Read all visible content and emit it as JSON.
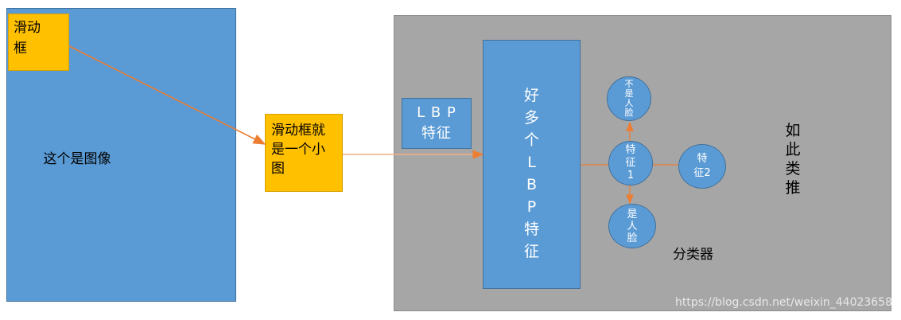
{
  "image_box": {
    "label": "这个是图像"
  },
  "sliding_window_small": {
    "line1": "滑动",
    "line2": "框"
  },
  "sliding_window_big": {
    "line1": "滑动框就",
    "line2": "是一个小",
    "line3": "图"
  },
  "lbp_box": {
    "line1": "L B P",
    "line2": "特征"
  },
  "many_lbp": {
    "chars": [
      "好",
      "多",
      "个",
      "L",
      "B",
      "P",
      "特",
      "征"
    ]
  },
  "nodes": {
    "not_face": [
      "不",
      "是",
      "人",
      "脸"
    ],
    "feature1": [
      "特",
      "征",
      "1"
    ],
    "feature2": [
      "特",
      "征2"
    ],
    "face": [
      "是",
      "人",
      "脸"
    ]
  },
  "classifier_label": "分类器",
  "so_on": [
    "如",
    "此",
    "类",
    "推"
  ],
  "watermark": "https://blog.csdn.net/weixin_44023658",
  "colors": {
    "blue": "#5b9bd5",
    "orange": "#ffc000",
    "gray": "#a6a6a6",
    "arrow": "#ed7d31"
  }
}
